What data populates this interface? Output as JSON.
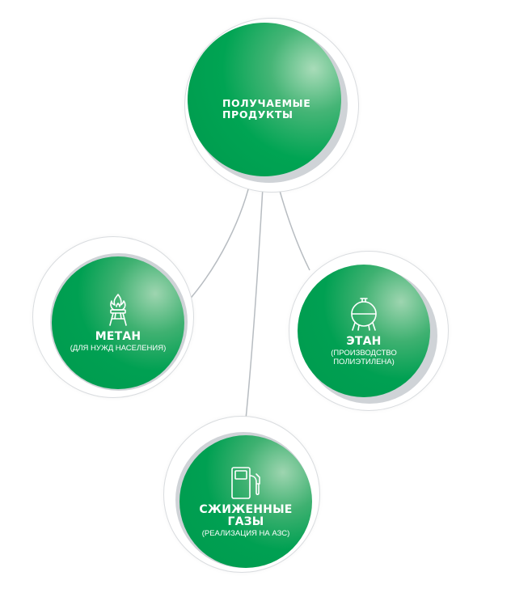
{
  "center": {
    "title": "ПОЛУЧАЕМЫЕ ПРОДУКТЫ",
    "title_line1": "ПОЛУЧАЕМЫЕ",
    "title_line2": "ПРОДУКТЫ"
  },
  "products": [
    {
      "title": "МЕТАН",
      "subtitle": "(ДЛЯ НУЖД НАСЕЛЕНИЯ)",
      "icon": "gas-flame-burner-icon"
    },
    {
      "title": "ЭТАН",
      "subtitle_line1": "(ПРОИЗВОДСТВО",
      "subtitle_line2": "ПОЛИЭТИЛЕНА)",
      "icon": "spherical-tank-icon"
    },
    {
      "title_line1": "СЖИЖЕННЫЕ",
      "title_line2": "ГАЗЫ",
      "subtitle": "(РЕАЛИЗАЦИЯ НА АЗС)",
      "icon": "fuel-pump-icon"
    }
  ],
  "colors": {
    "green": "#00a052",
    "ring": "#d9dcdf",
    "connector": "#b7bcc1"
  }
}
